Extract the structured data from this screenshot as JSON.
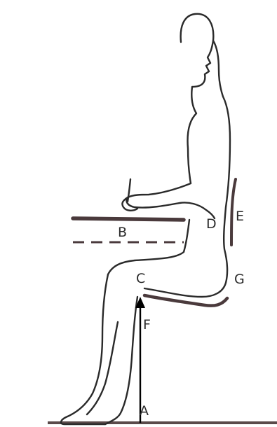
{
  "labels": {
    "a": "A",
    "b": "B",
    "c": "C",
    "d": "D",
    "e": "E",
    "f": "F",
    "g": "G"
  },
  "colors": {
    "line": "#2a2a2a",
    "furniture": "#4a3a3c",
    "arrow": "#000000",
    "background": "#ffffff"
  }
}
